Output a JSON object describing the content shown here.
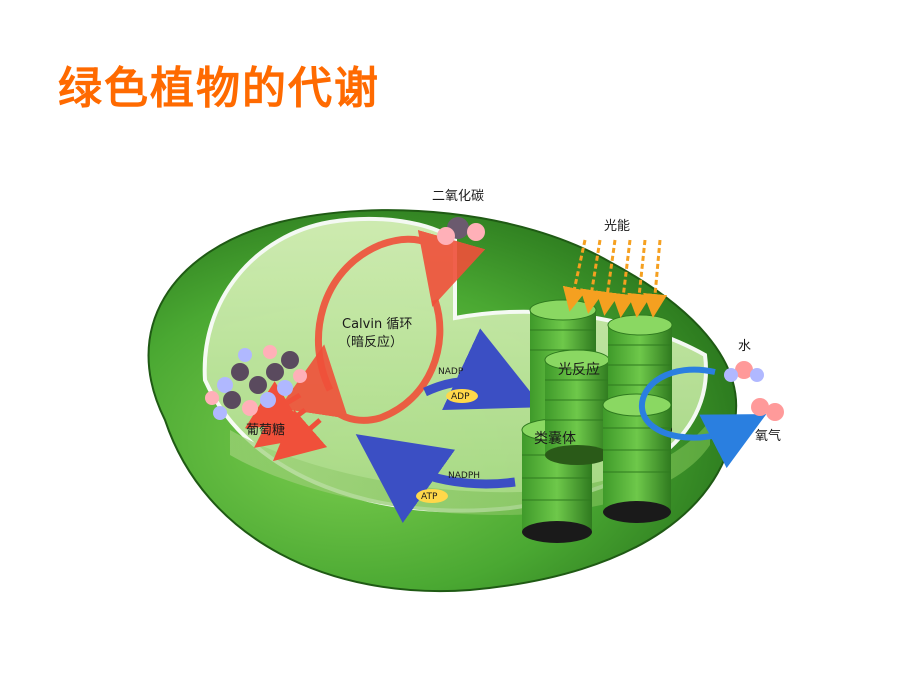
{
  "title": "绿色植物的代谢",
  "labels": {
    "co2": "二氧化碳",
    "light_energy": "光能",
    "calvin_cycle": "Calvin 循环",
    "dark_reaction": "（暗反应）",
    "nadp": "NADP",
    "adp": "ADP",
    "nadph": "NADPH",
    "atp": "ATP",
    "light_reaction": "光反应",
    "thylakoid": "类囊体",
    "glucose": "葡萄糖",
    "water": "水",
    "oxygen": "氧气"
  },
  "colors": {
    "title": "#ff6a00",
    "chloroplast_green": "#3f9a2a",
    "cycle_arrow": "#f0503a",
    "electron_arrow": "#3b4fc4",
    "water_arrow": "#2a7fe0",
    "light_arrow": "#f5a020"
  }
}
